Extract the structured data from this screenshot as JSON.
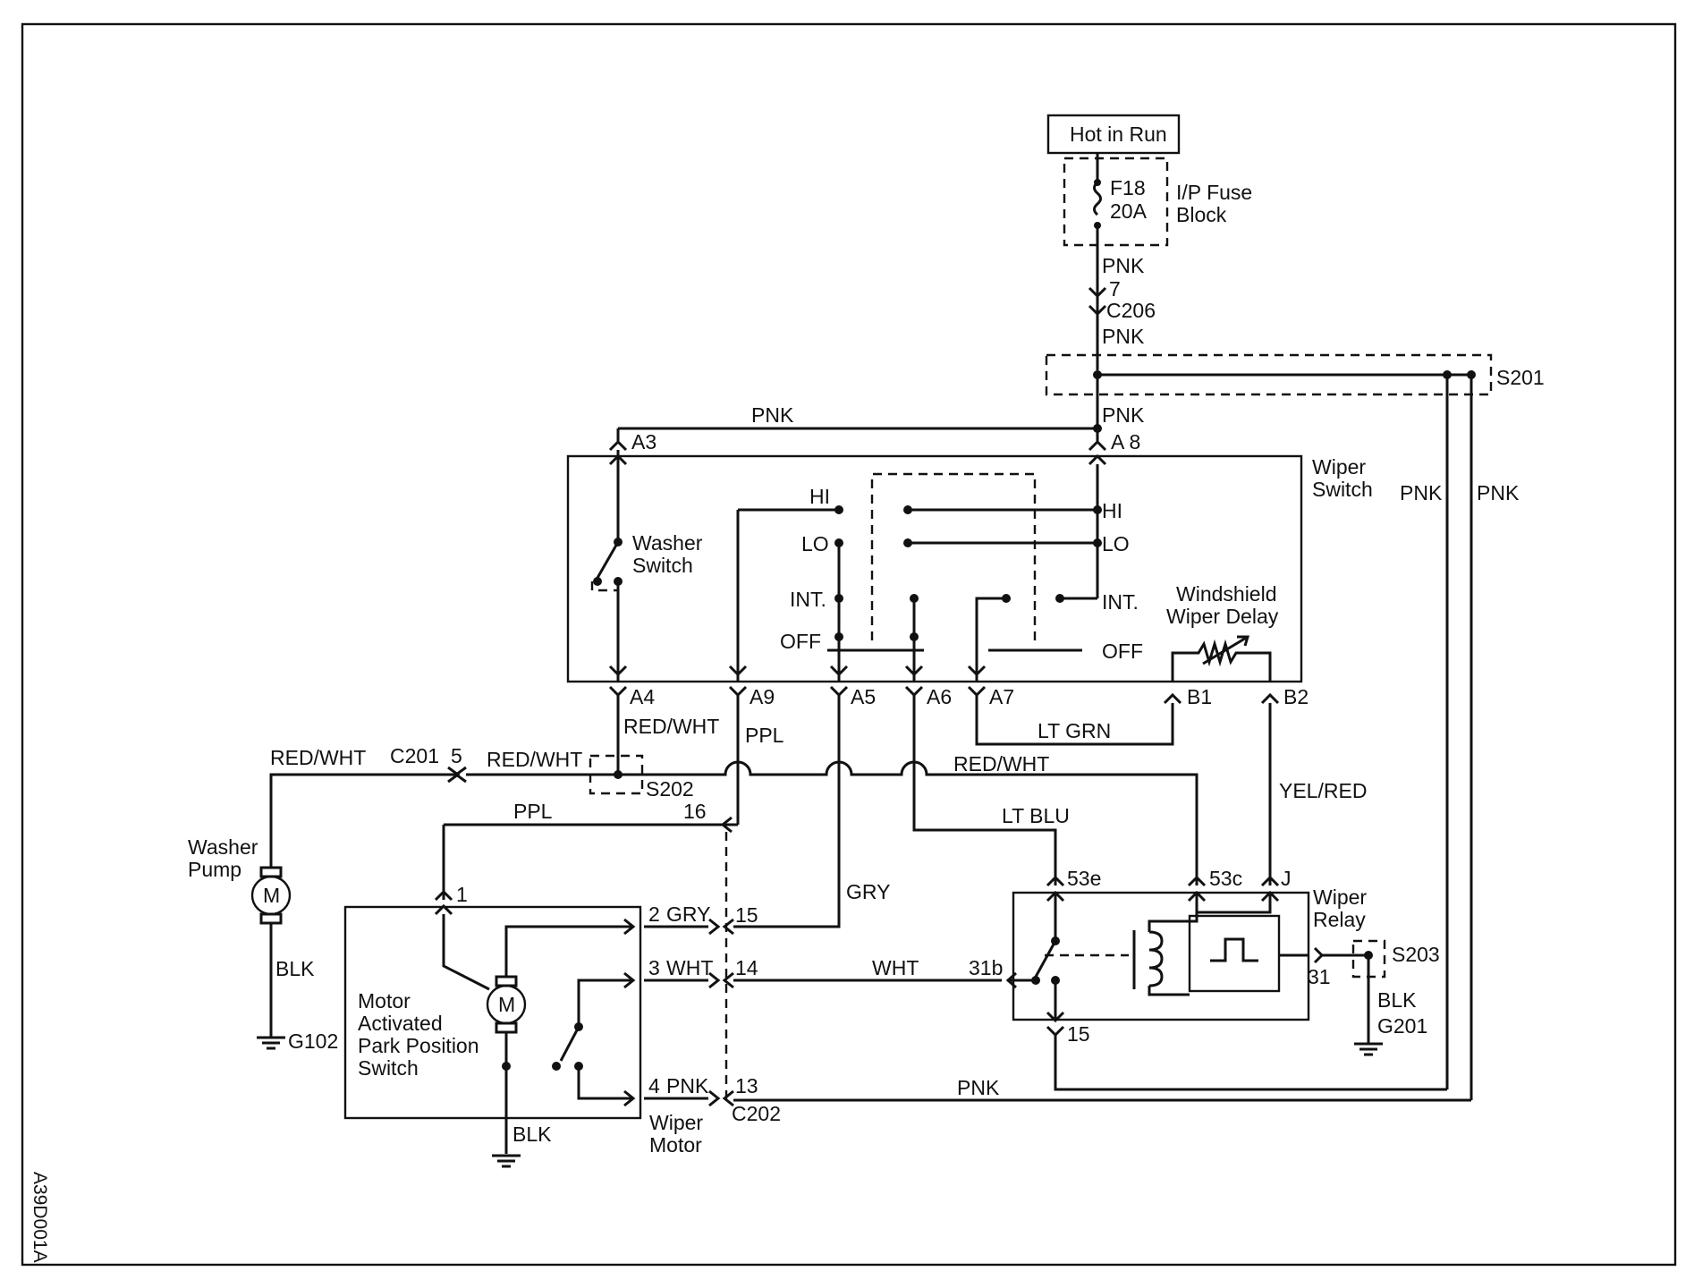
{
  "figure_code": "A39D001A",
  "power": {
    "source": "Hot in Run",
    "fuse": "F18",
    "fuse_rating": "20A",
    "fuse_block": "I/P Fuse Block"
  },
  "connectors": {
    "c206": "C206",
    "c206_pin": "7",
    "c201": "C201",
    "c201_pin": "5",
    "c202": "C202",
    "s201": "S201",
    "s202": "S202",
    "s203": "S203",
    "g102": "G102",
    "g201": "G201"
  },
  "wiper_switch": {
    "title_line1": "Wiper",
    "title_line2": "Switch",
    "washer_line1": "Washer",
    "washer_line2": "Switch",
    "hi": "HI",
    "lo": "LO",
    "int": "INT.",
    "off": "OFF",
    "delay_line1": "Windshield",
    "delay_line2": "Wiper Delay",
    "pins": {
      "a3": "A3",
      "a8": "A 8",
      "a4": "A4",
      "a9": "A9",
      "a5": "A5",
      "a6": "A6",
      "a7": "A7",
      "b1": "B1",
      "b2": "B2"
    }
  },
  "wiper_relay": {
    "title_line1": "Wiper",
    "title_line2": "Relay",
    "pins": {
      "p53e": "53e",
      "p53c": "53c",
      "pj": "J",
      "p31b": "31b",
      "p31": "31",
      "p15": "15"
    }
  },
  "wiper_motor": {
    "label_line1": "Wiper",
    "label_line2": "Motor",
    "park_line1": "Motor",
    "park_line2": "Activated",
    "park_line3": "Park Position",
    "park_line4": "Switch",
    "motor_symbol": "M",
    "pins": {
      "p1": "1",
      "p2": "2",
      "p3": "3",
      "p4": "4",
      "p13": "13",
      "p14": "14",
      "p15": "15",
      "p16": "16"
    }
  },
  "washer_pump": {
    "label_line1": "Washer",
    "label_line2": "Pump",
    "motor_symbol": "M"
  },
  "wires": {
    "pnk": "PNK",
    "red_wht": "RED/WHT",
    "ppl": "PPL",
    "gry": "GRY",
    "wht": "WHT",
    "lt_grn": "LT GRN",
    "lt_blu": "LT BLU",
    "yel_red": "YEL/RED",
    "blk": "BLK"
  }
}
